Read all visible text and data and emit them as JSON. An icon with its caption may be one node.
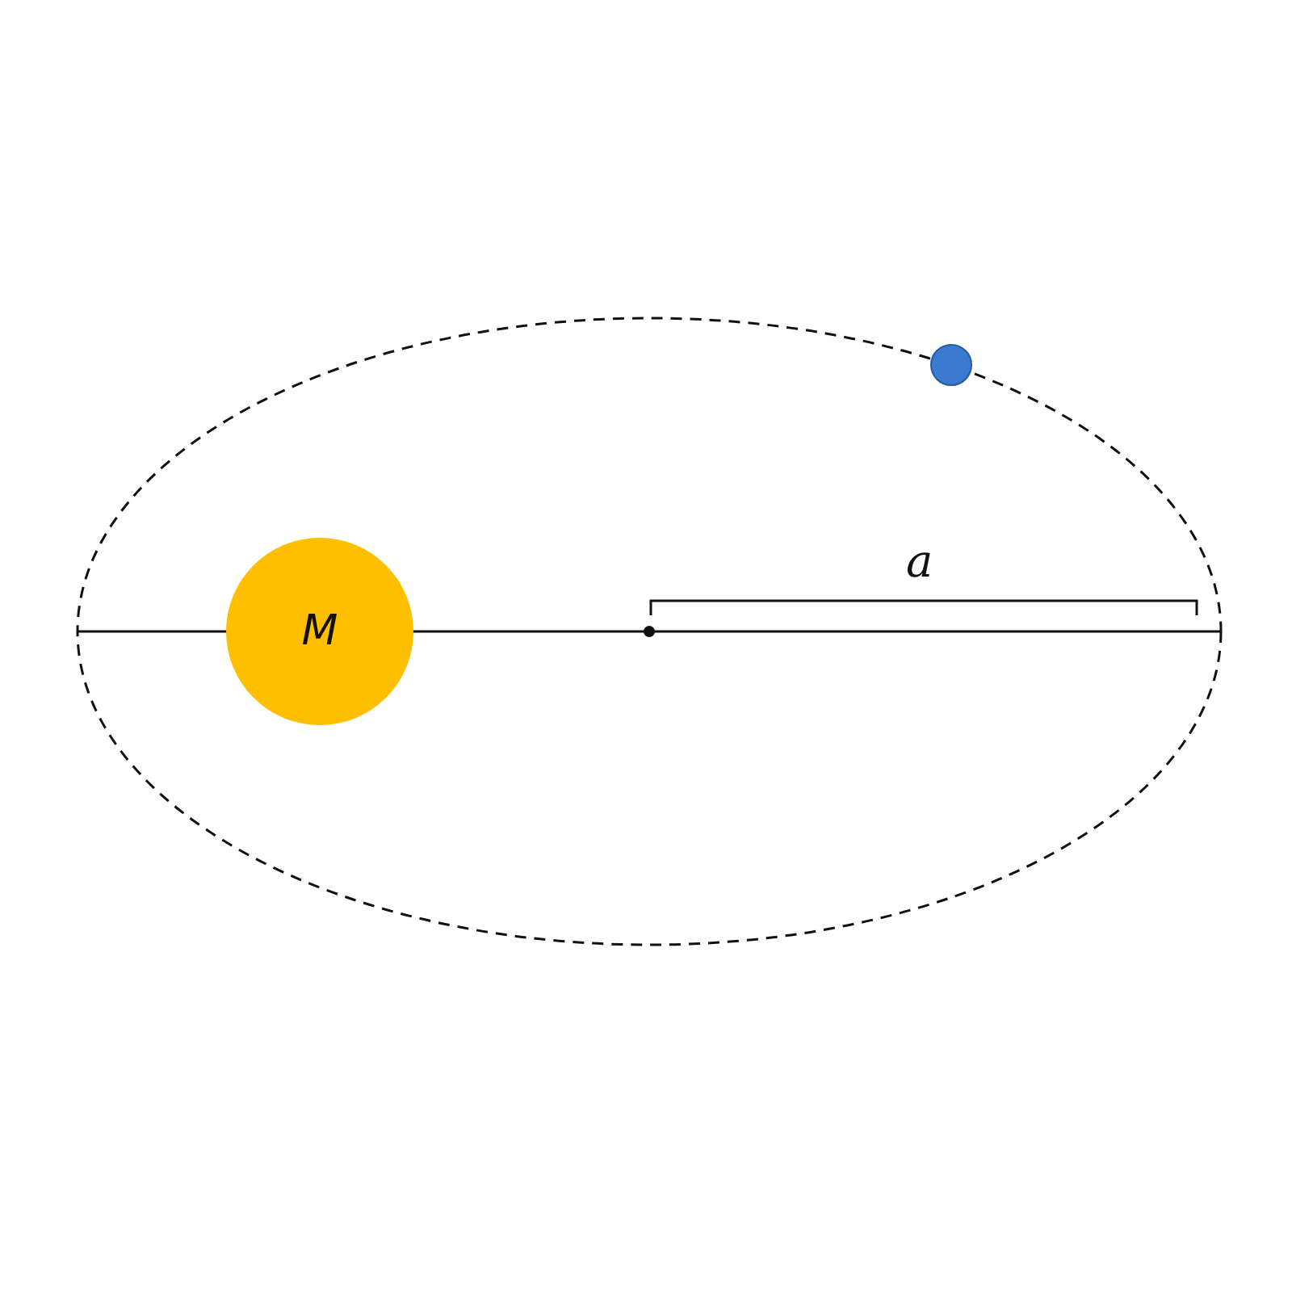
{
  "diagram": {
    "nodes": [
      {
        "text": [
          "M"
        ]
      },
      {
        "text": [],
        "shape": "circle"
      }
    ],
    "labels": [
      "a"
    ]
  }
}
